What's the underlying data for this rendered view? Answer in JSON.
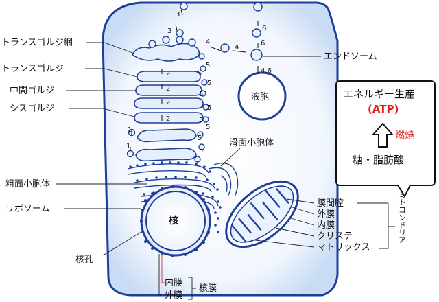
{
  "labels": {
    "trans_golgi_network": "トランスゴルジ網",
    "trans_golgi": "トランスゴルジ",
    "medial_golgi": "中間ゴルジ",
    "cis_golgi": "シスゴルジ",
    "rough_er": "粗面小胞体",
    "ribosome": "リボソーム",
    "nuclear_pore": "核孔",
    "nucleus": "核",
    "inner_membrane": "内膜",
    "outer_membrane": "外膜",
    "nuclear_envelope": "核膜",
    "smooth_er": "滑面小胞体",
    "endosome": "エンドソーム",
    "vacuole": "液胞",
    "mito_intermembrane": "膜間腔",
    "mito_outer": "外膜",
    "mito_inner": "内膜",
    "mito_cristae": "クリステ",
    "mito_matrix": "マトリックス",
    "mitochondria": "ミトコンドリア"
  },
  "pathway_numbers": {
    "n1a": "1",
    "n1b": "1",
    "n2a": "2",
    "n2b": "2",
    "n2c": "2",
    "n2d": "2",
    "n3a": "3",
    "n3b": "3",
    "n4a": "4",
    "n4b": "4",
    "n5a": "5",
    "n5b": "5",
    "n5c": "5",
    "n5d": "5",
    "n5e": "5",
    "n5f": "5",
    "n5g": "5",
    "n5h": "5",
    "n5i": "5",
    "n6a": "6",
    "n6b": "6",
    "n46": "4,6"
  },
  "callout": {
    "title": "エネルギー生産",
    "atp": "(ATP)",
    "burn": "燃焼",
    "fuel": "糖・脂肪酸"
  },
  "colors": {
    "membrane": "#1d3f9a",
    "cytoplasm": "#eef4fc",
    "highlight": "#e11d1d"
  }
}
